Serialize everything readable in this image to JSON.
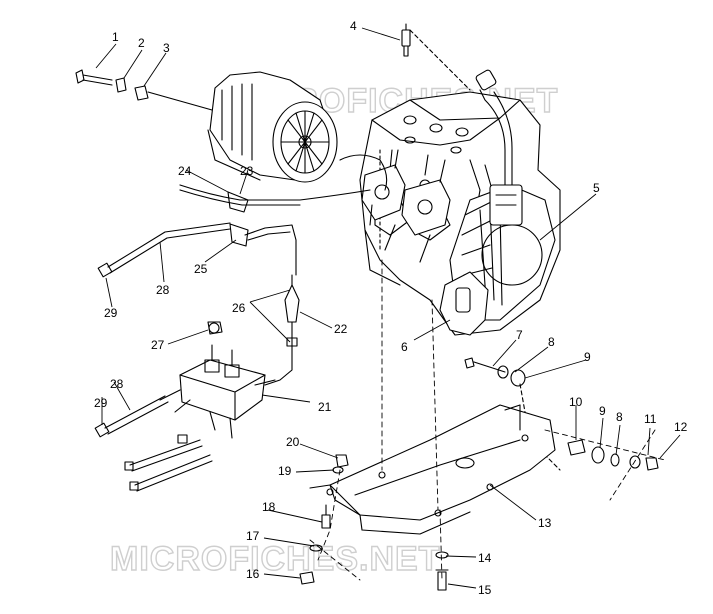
{
  "watermark_text": "MICROFICHES.NET",
  "callout_numbers": [
    "1",
    "2",
    "3",
    "4",
    "5",
    "6",
    "7",
    "8",
    "9",
    "8",
    "9",
    "10",
    "11",
    "12",
    "13",
    "14",
    "15",
    "16",
    "17",
    "18",
    "19",
    "20",
    "21",
    "22",
    "23",
    "24",
    "25",
    "26",
    "27",
    "28",
    "29",
    "28",
    "29"
  ],
  "palette": {
    "line": "#000000",
    "watermark": "#cfcfcf",
    "background": "#ffffff"
  }
}
